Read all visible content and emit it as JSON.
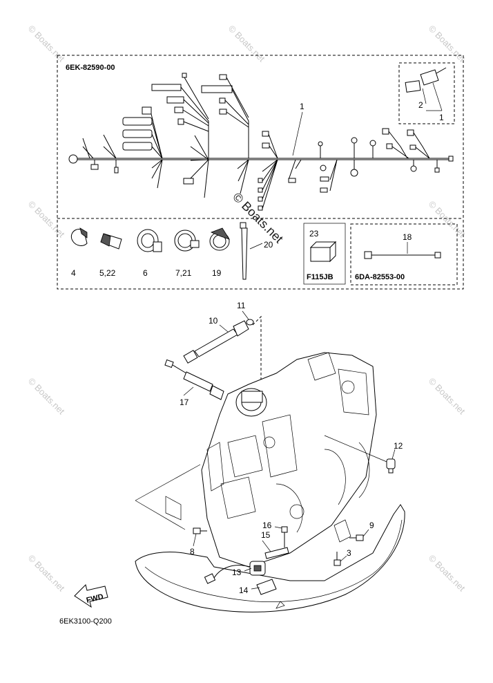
{
  "codes": {
    "harness_group": "6EK-82590-00",
    "lead_group": "6DA-82553-00",
    "variant": "F115JB",
    "diagram_id": "6EK3100-Q200",
    "fwd": "FWD"
  },
  "watermark": "© Boats.net",
  "callouts": {
    "c1a": "1",
    "c1b": "1",
    "c2": "2",
    "c3": "3",
    "c4": "4",
    "c5_22": "5,22",
    "c6": "6",
    "c7_21": "7,21",
    "c8": "8",
    "c9": "9",
    "c10": "10",
    "c11": "11",
    "c12": "12",
    "c13": "13",
    "c14": "14",
    "c15": "15",
    "c16": "16",
    "c17": "17",
    "c18": "18",
    "c19": "19",
    "c20": "20",
    "c23": "23"
  }
}
